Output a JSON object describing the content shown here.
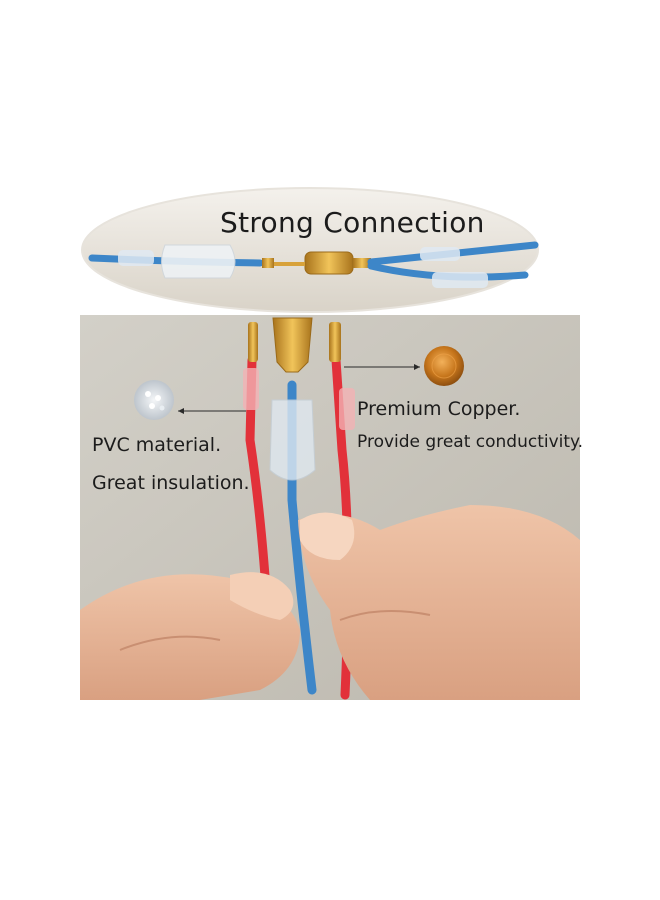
{
  "banner": {
    "title": "Strong Connection"
  },
  "callouts": {
    "pvc": {
      "line1": "PVC material.",
      "line2": "Great insulation."
    },
    "copper": {
      "line1": "Premium Copper.",
      "line2": "Provide great conductivity."
    }
  },
  "colors": {
    "background": "#ffffff",
    "photo_wall": "#c9c6bd",
    "wire_red": "#e2313a",
    "wire_blue": "#3d86c8",
    "terminal_gold": "#d8a23a",
    "skin": "#e9b89a",
    "copper_disc": "#c7761c"
  }
}
